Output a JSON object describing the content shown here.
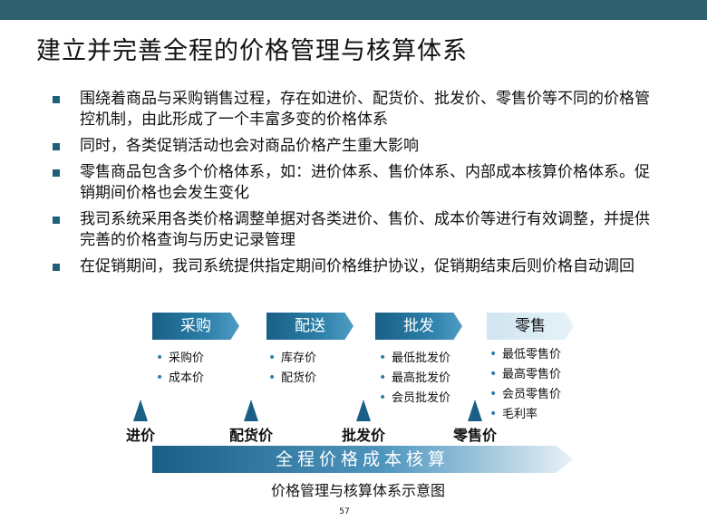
{
  "title": "建立并完善全程的价格管理与核算体系",
  "bullets": [
    "围绕着商品与采购销售过程，存在如进价、配货价、批发价、零售价等不同的价格管控机制，由此形成了一个丰富多变的价格体系",
    "同时，各类促销活动也会对商品价格产生重大影响",
    "零售商品包含多个价格体系，如：进价体系、售价体系、内部成本核算价格体系。促销期间价格也会发生变化",
    "我司系统采用各类价格调整单据对各类进价、售价、成本价等进行有效调整，并提供完善的价格查询与历史记录管理",
    "在促销期间，我司系统提供指定期间价格维护协议，促销期结束后则价格自动调回"
  ],
  "stages": [
    {
      "label": "采购",
      "items": [
        "采购价",
        "成本价"
      ]
    },
    {
      "label": "配送",
      "items": [
        "库存价",
        "配货价"
      ]
    },
    {
      "label": "批发",
      "items": [
        "最低批发价",
        "最高批发价",
        "会员批发价"
      ]
    },
    {
      "label": "零售",
      "items": [
        "最低零售价",
        "最高零售价",
        "会员零售价",
        "毛利率"
      ]
    }
  ],
  "timeline_labels": [
    "进价",
    "配货价",
    "批发价",
    "零售价"
  ],
  "timeline_bar": "全程价格成本核算",
  "caption": "价格管理与核算体系示意图",
  "page_number": "57"
}
